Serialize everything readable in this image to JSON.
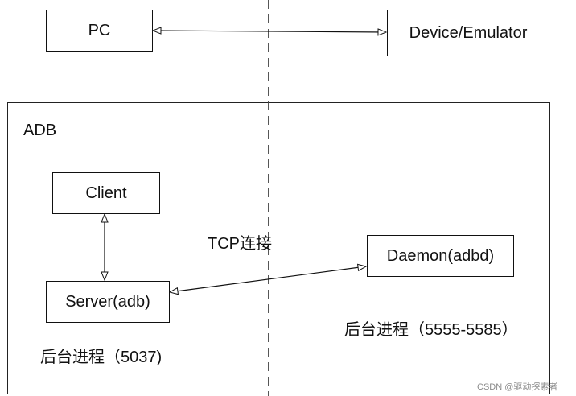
{
  "nodes": {
    "pc": "PC",
    "device": "Device/Emulator",
    "client": "Client",
    "server": "Server(adb)",
    "daemon": "Daemon(adbd)"
  },
  "labels": {
    "adb": "ADB",
    "tcp": "TCP连接",
    "server_process": "后台进程（5037)",
    "daemon_process": "后台进程（5555-5585）"
  },
  "watermark": "CSDN @驱动探索者"
}
